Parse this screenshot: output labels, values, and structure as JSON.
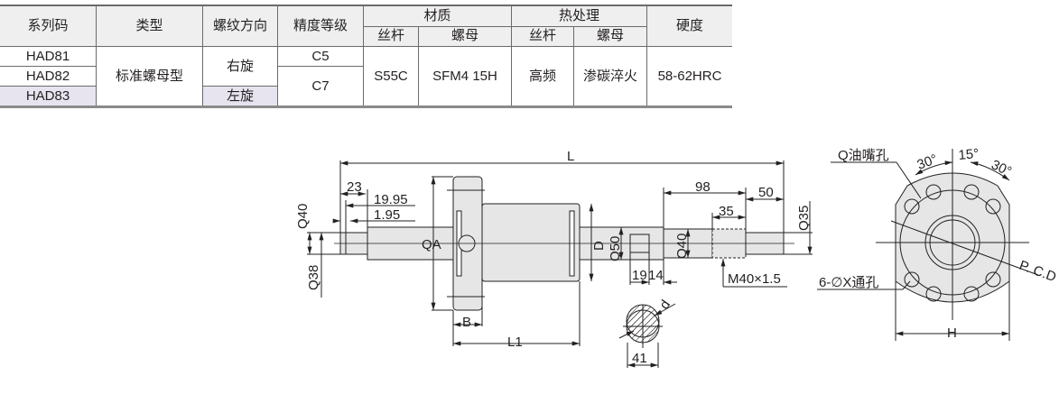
{
  "table": {
    "headers": {
      "series_code": "系列码",
      "type": "类型",
      "thread_direction": "螺纹方向",
      "accuracy_grade": "精度等级",
      "material": "材质",
      "heat_treatment": "热处理",
      "hardness": "硬度",
      "screw": "丝杆",
      "nut": "螺母"
    },
    "rows": [
      {
        "code": "HAD81",
        "type": "标准螺母型",
        "direction": "右旋",
        "grade": "C5",
        "material_screw": "S55C",
        "material_nut": "SFM4 15H",
        "heat_screw": "高频",
        "heat_nut": "渗碳淬火",
        "hardness": "58-62HRC"
      },
      {
        "code": "HAD82",
        "grade": "C7"
      },
      {
        "code": "HAD83",
        "direction": "左旋"
      }
    ],
    "highlight_color": "#e7e4f0"
  },
  "drawing": {
    "labels": {
      "L": "L",
      "d23": "23",
      "d19_95": "19.95",
      "d1_95": "1.95",
      "q40_left": "Q40",
      "q38": "Q38",
      "qa": "QA",
      "D": "D",
      "B": "B",
      "L1": "L1",
      "q50": "Q50",
      "d19": "19",
      "d14": "14",
      "q40_right": "Q40",
      "d98": "98",
      "d35": "35",
      "d50": "50",
      "q35": "Q35",
      "thread": "M40×1.5",
      "d": "d",
      "d41": "41",
      "oil_hole": "Q油嘴孔",
      "angle30a": "30°",
      "angle15": "15°",
      "angle30b": "30°",
      "pcd": "P. C.D",
      "through_holes": "6-∅X通孔",
      "H": "H"
    }
  }
}
